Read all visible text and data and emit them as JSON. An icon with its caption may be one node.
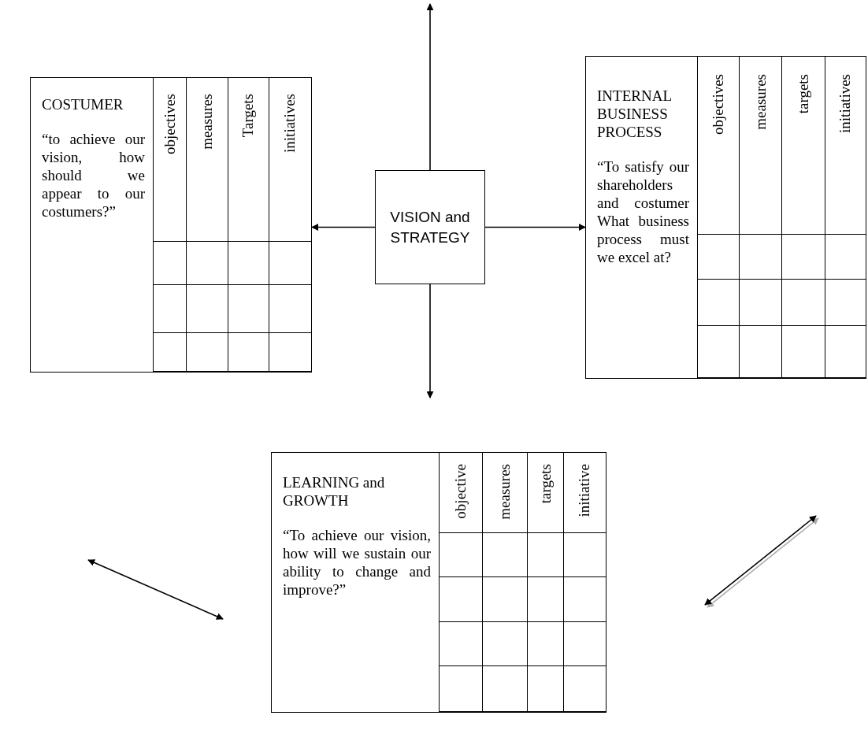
{
  "diagram": {
    "nodes": [
      {
        "text": [
          "VISION and STRATEGY"
        ]
      },
      {
        "text": [
          "COSTUMER",
          "“to achieve our vision, how should we appear to our costumers?”",
          "objectives",
          "measures",
          "Targets",
          "initiatives"
        ]
      },
      {
        "text": [
          "INTERNAL BUSINESS PROCESS",
          "“To satisfy our shareholders and costumer What business process must we excel at?",
          "objectives",
          "measures",
          "targets",
          "initiatives"
        ]
      },
      {
        "text": [
          "LEARNING and GROWTH",
          "“To achieve our vision, how will we sustain our ability to change and improve?”",
          "objective",
          "measures",
          "targets",
          "initiative"
        ]
      }
    ],
    "edges": [
      {
        "from": 0,
        "to": null,
        "arrow": "to"
      },
      {
        "from": 0,
        "to": 1,
        "arrow": "to"
      },
      {
        "from": 0,
        "to": 2,
        "arrow": "to"
      },
      {
        "from": 0,
        "to": null,
        "arrow": "to"
      }
    ]
  }
}
